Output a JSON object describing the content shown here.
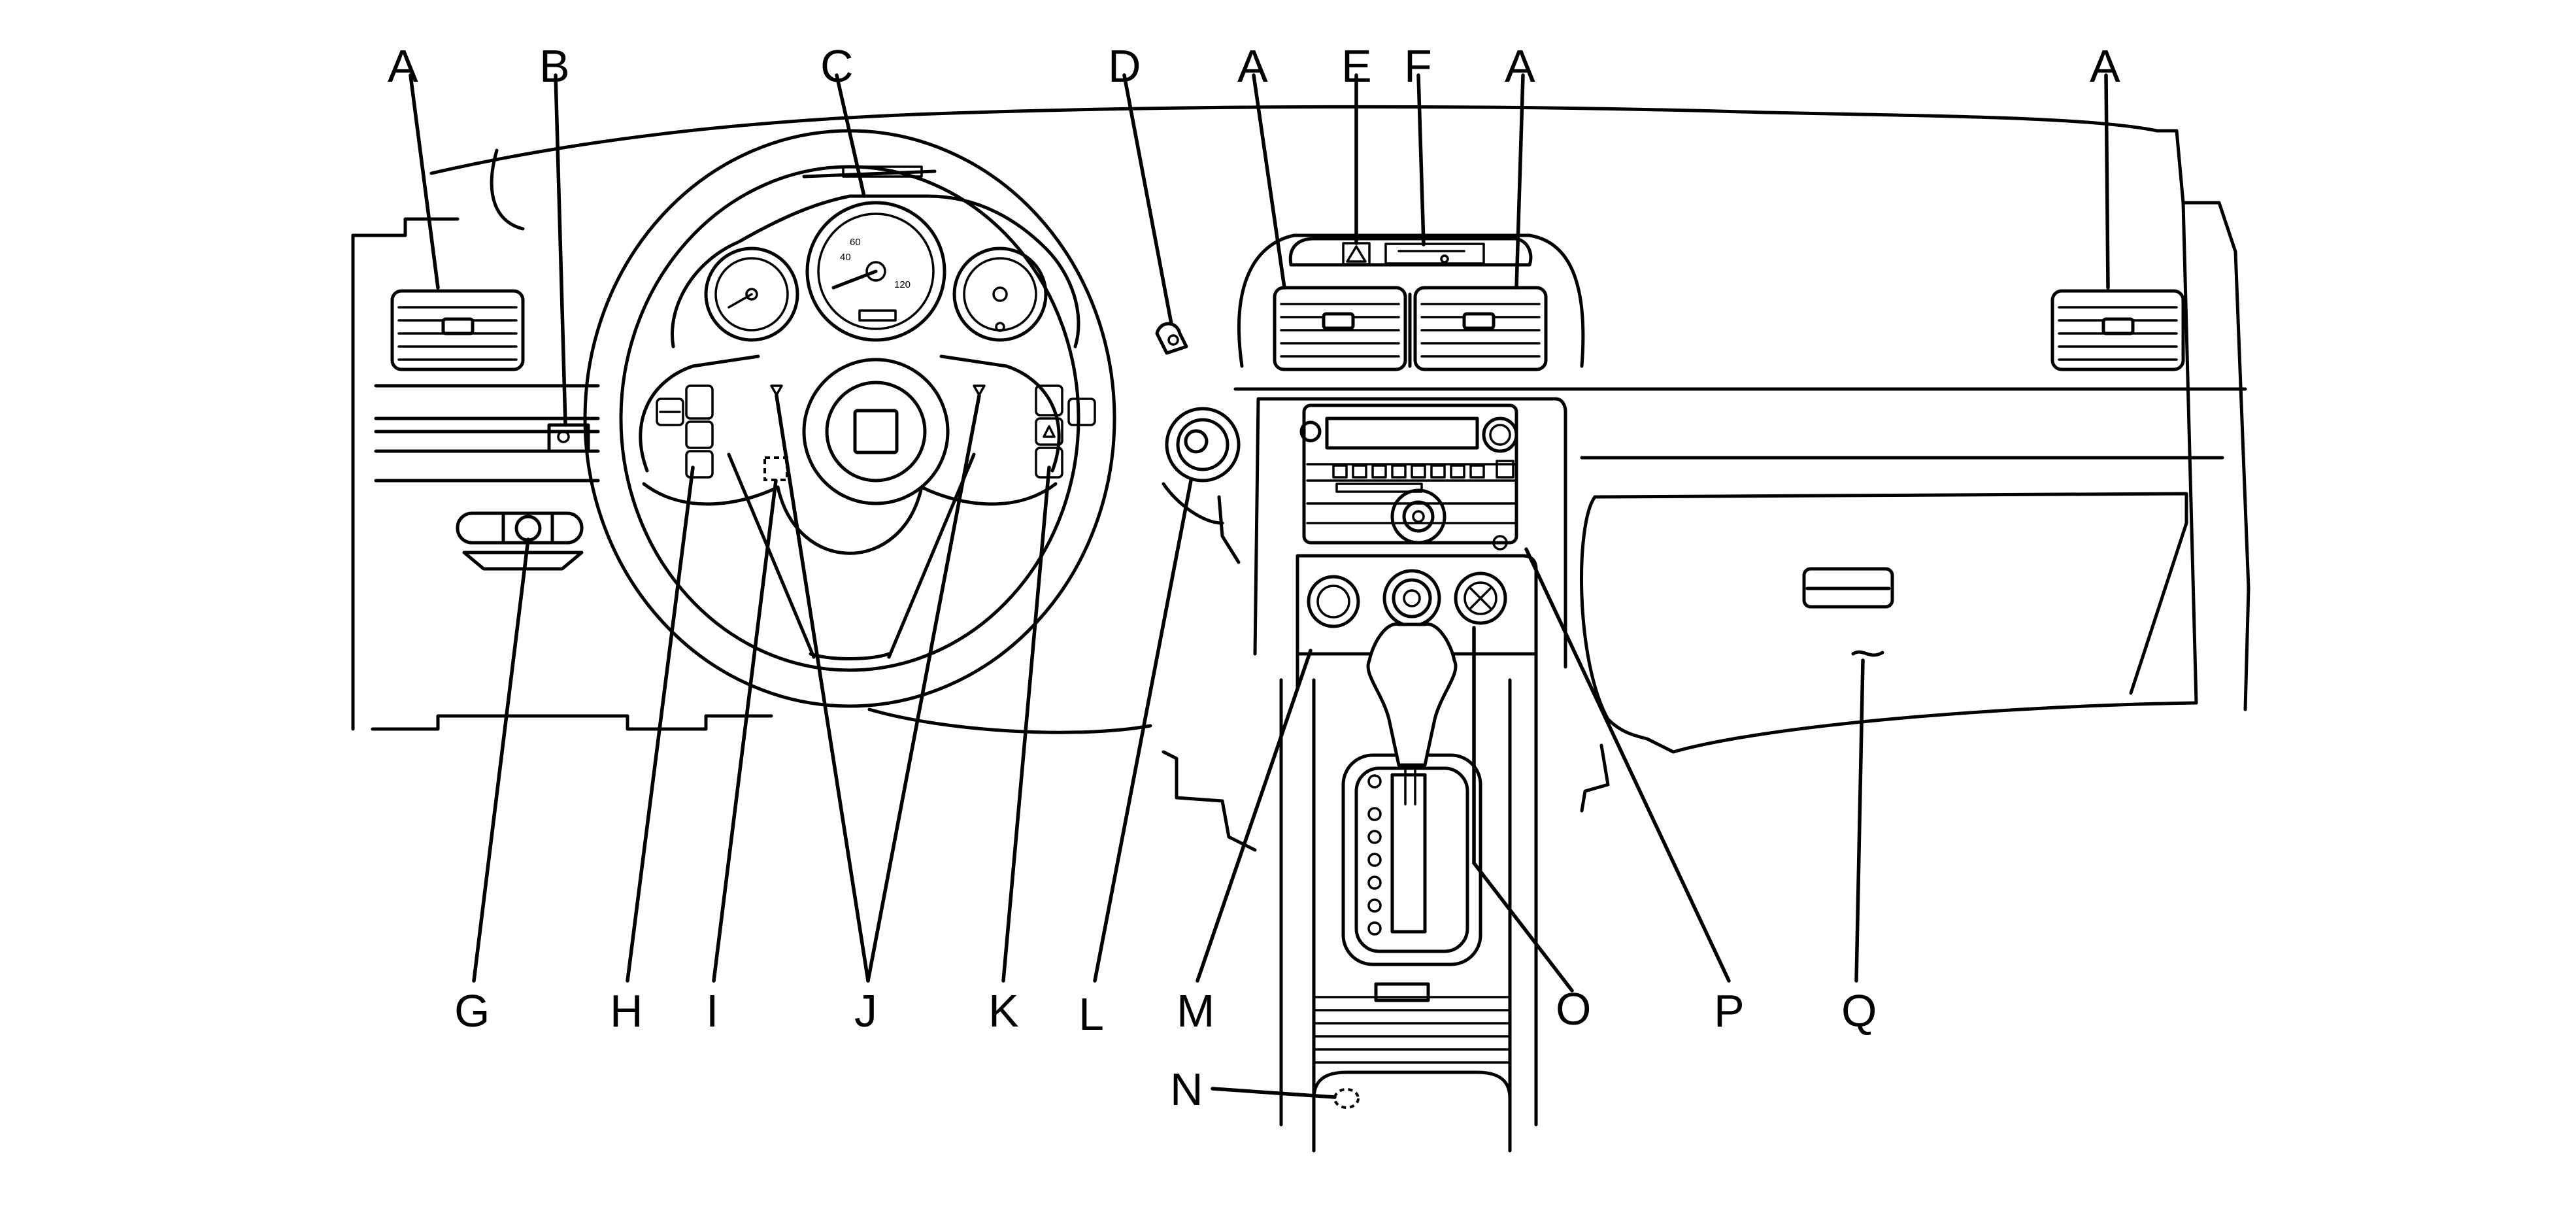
{
  "labels": {
    "a1": "A",
    "b": "B",
    "c": "C",
    "d": "D",
    "a2": "A",
    "e": "E",
    "f": "F",
    "a3": "A",
    "a4": "A",
    "g": "G",
    "h": "H",
    "i": "I",
    "j": "J",
    "k": "K",
    "l": "L",
    "m": "M",
    "n": "N",
    "o": "O",
    "p": "P",
    "q": "Q"
  }
}
